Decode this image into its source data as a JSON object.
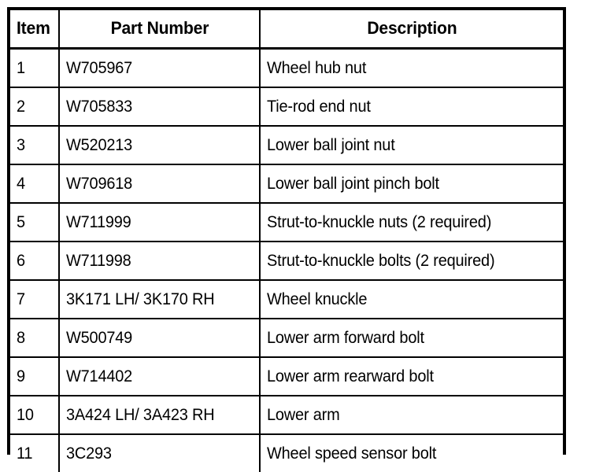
{
  "document": {
    "kind": "parts-reference-table",
    "background_color": "#ffffff",
    "text_color": "#000000",
    "border_color": "#000000"
  },
  "table": {
    "columns": [
      {
        "key": "item",
        "label": "Item",
        "align": "center"
      },
      {
        "key": "part_number",
        "label": "Part Number",
        "align": "center"
      },
      {
        "key": "description",
        "label": "Description",
        "align": "center"
      }
    ],
    "rows": [
      {
        "item": "1",
        "part_number": "W705967",
        "description": "Wheel hub nut"
      },
      {
        "item": "2",
        "part_number": "W705833",
        "description": "Tie-rod end nut"
      },
      {
        "item": "3",
        "part_number": "W520213",
        "description": "Lower ball joint nut"
      },
      {
        "item": "4",
        "part_number": "W709618",
        "description": "Lower ball joint pinch bolt"
      },
      {
        "item": "5",
        "part_number": "W711999",
        "description": "Strut-to-knuckle nuts (2 required)"
      },
      {
        "item": "6",
        "part_number": "W711998",
        "description": "Strut-to-knuckle bolts (2 required)"
      },
      {
        "item": "7",
        "part_number": "3K171 LH/ 3K170 RH",
        "description": "Wheel knuckle"
      },
      {
        "item": "8",
        "part_number": "W500749",
        "description": "Lower arm forward bolt"
      },
      {
        "item": "9",
        "part_number": "W714402",
        "description": "Lower arm rearward bolt"
      },
      {
        "item": "10",
        "part_number": "3A424 LH/ 3A423 RH",
        "description": "Lower arm"
      },
      {
        "item": "11",
        "part_number": "3C293",
        "description": "Wheel speed sensor bolt"
      }
    ]
  }
}
